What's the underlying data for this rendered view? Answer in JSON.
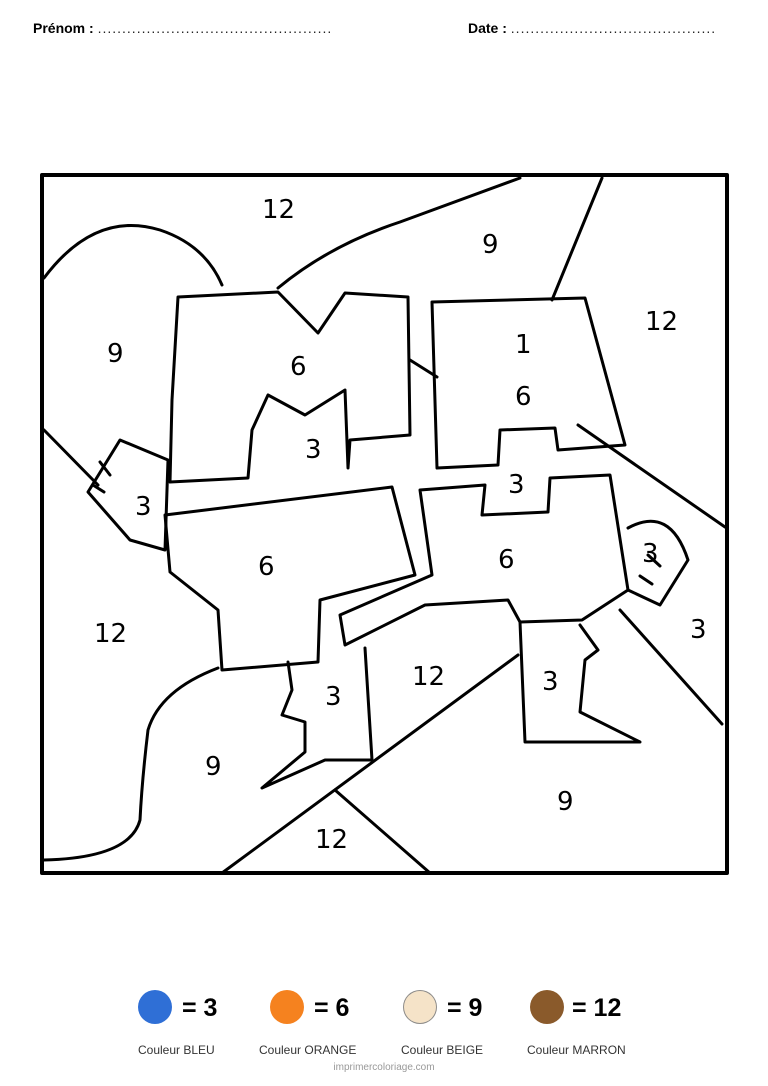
{
  "header": {
    "prenom_label": "Prénom :",
    "prenom_dots": "................................................",
    "date_label": "Date :",
    "date_dots": ".........................................."
  },
  "regions": {
    "r1": "12",
    "r2": "9",
    "r3": "12",
    "r4": "9",
    "r5": "1",
    "r6": "6",
    "r7": "6",
    "r8": "3",
    "r9": "3",
    "r10": "3",
    "r11": "6",
    "r12": "6",
    "r13": "12",
    "r14": "3",
    "r15": "3",
    "r16": "12",
    "r17": "3",
    "r18": "3",
    "r19": "9",
    "r20": "9",
    "r21": "12"
  },
  "legend": [
    {
      "value": "= 3",
      "caption": "Couleur BLEU",
      "color": "#2f6fd6"
    },
    {
      "value": "= 6",
      "caption": "Couleur ORANGE",
      "color": "#f5821f"
    },
    {
      "value": "= 9",
      "caption": "Couleur BEIGE",
      "color": "#f5e3c8"
    },
    {
      "value": "= 12",
      "caption": "Couleur MARRON",
      "color": "#8a5a2b"
    }
  ],
  "footer": "imprimercoloriage.com"
}
